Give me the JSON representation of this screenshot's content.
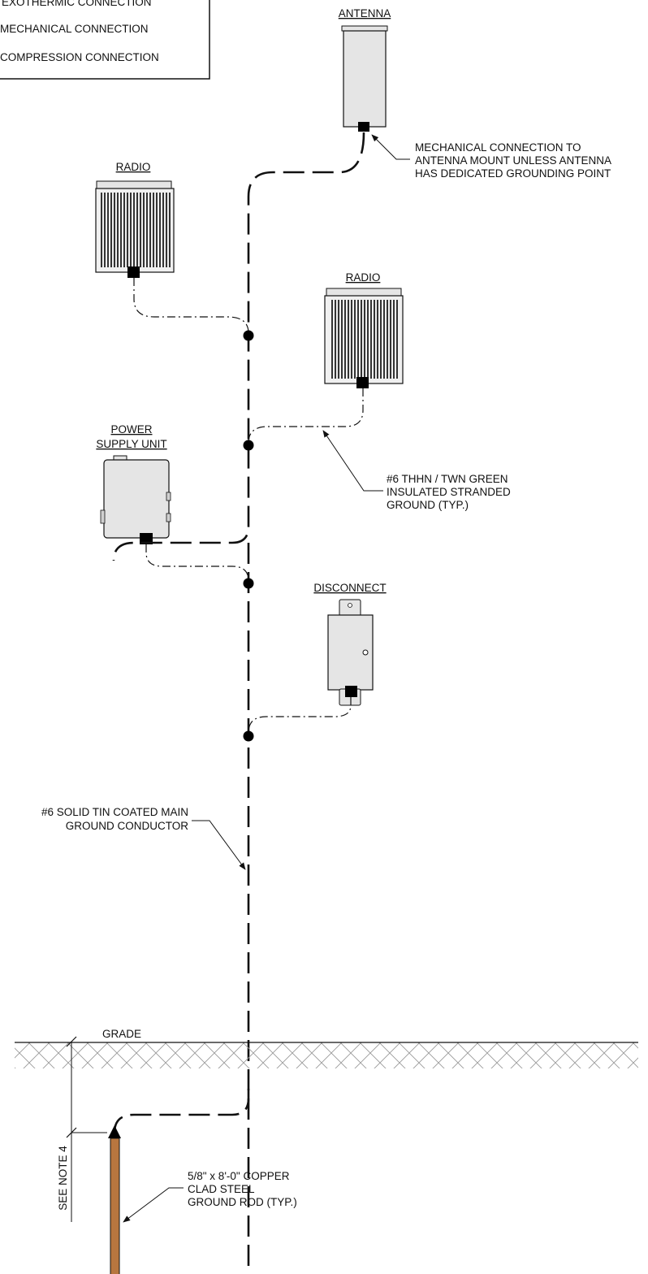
{
  "legend": {
    "items": [
      "EXOTHERMIC CONNECTION",
      "MECHANICAL CONNECTION",
      "COMPRESSION CONNECTION"
    ]
  },
  "equipment": {
    "antenna": "ANTENNA",
    "radio_1": "RADIO",
    "radio_2": "RADIO",
    "psu_line1": "POWER",
    "psu_line2": "SUPPLY UNIT",
    "disconnect": "DISCONNECT"
  },
  "callouts": {
    "mechanical": [
      "MECHANICAL CONNECTION TO",
      "ANTENNA MOUNT UNLESS ANTENNA",
      "HAS DEDICATED GROUNDING POINT"
    ],
    "thhn": [
      "#6 THHN / TWN GREEN",
      "INSULATED STRANDED",
      "GROUND (TYP.)"
    ],
    "main_conductor": [
      "#6 SOLID TIN COATED MAIN",
      "GROUND CONDUCTOR"
    ],
    "ground_rod": [
      "5/8\" x 8'-0\" COPPER",
      "CLAD STEEL",
      "GROUND ROD (TYP.)"
    ]
  },
  "grade": "GRADE",
  "see_note": "SEE NOTE 4",
  "colors": {
    "line": "#111111",
    "equipment_fill": "#e5e5e5",
    "rod": "#b8763f",
    "soil_hatch": "#9a9a9a"
  }
}
